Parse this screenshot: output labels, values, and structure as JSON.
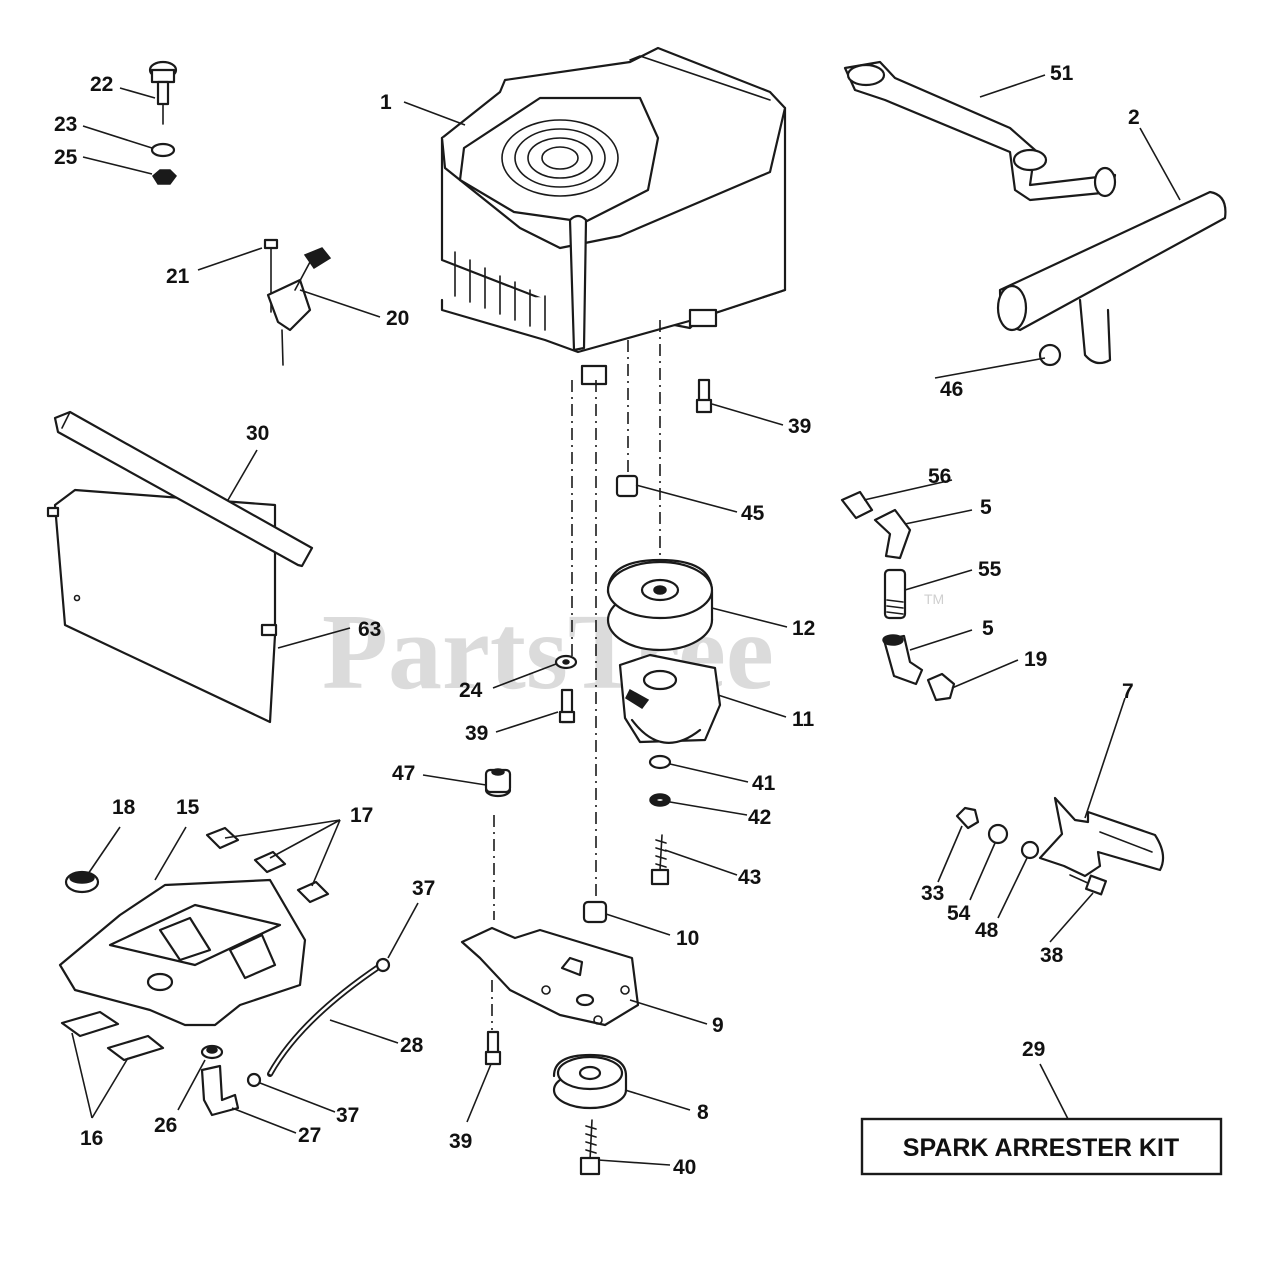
{
  "watermark": {
    "text": "PartsTree",
    "mark": "TM"
  },
  "kit_label": "SPARK ARRESTER KIT",
  "callouts": {
    "c1": "1",
    "c2": "2",
    "c5a": "5",
    "c5b": "5",
    "c7": "7",
    "c8": "8",
    "c9": "9",
    "c10": "10",
    "c11": "11",
    "c12": "12",
    "c15": "15",
    "c16": "16",
    "c17": "17",
    "c18": "18",
    "c19": "19",
    "c20": "20",
    "c21": "21",
    "c22": "22",
    "c23": "23",
    "c24": "24",
    "c25": "25",
    "c26": "26",
    "c27": "27",
    "c28": "28",
    "c29": "29",
    "c30": "30",
    "c33": "33",
    "c37a": "37",
    "c37b": "37",
    "c38": "38",
    "c39a": "39",
    "c39b": "39",
    "c39c": "39",
    "c40": "40",
    "c41": "41",
    "c42": "42",
    "c43": "43",
    "c45": "45",
    "c46": "46",
    "c47": "47",
    "c48": "48",
    "c51": "51",
    "c54": "54",
    "c55": "55",
    "c56": "56",
    "c63": "63"
  }
}
